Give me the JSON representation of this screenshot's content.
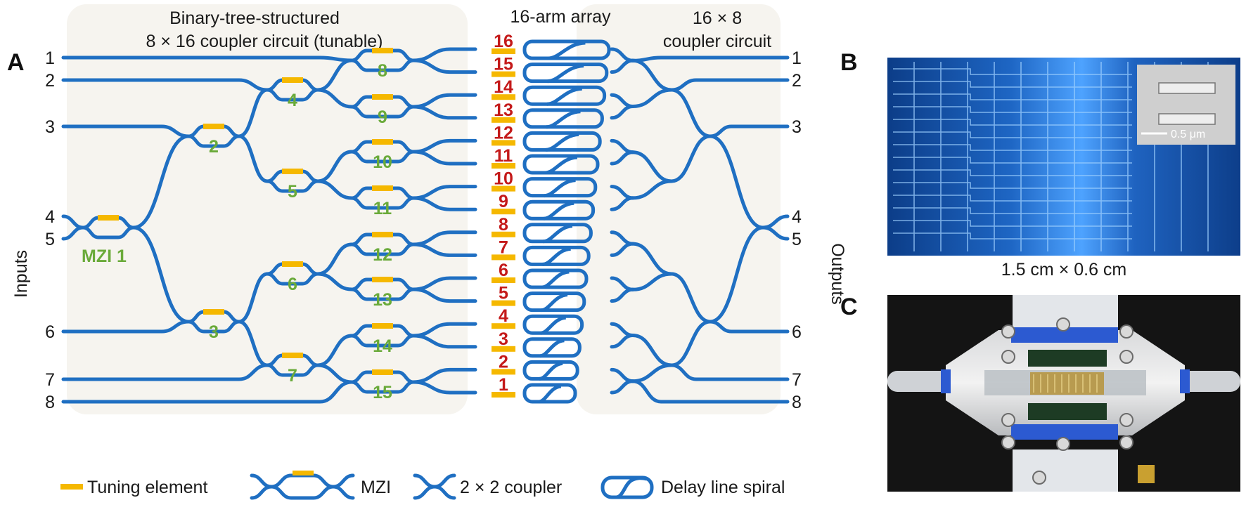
{
  "colors": {
    "waveguide": "#1f6fc2",
    "tuning": "#f5b800",
    "mzi_label": "#6aaa3a",
    "arm_label": "#c41a1a",
    "text": "#1a1a1a",
    "panel_bg": "#f6f4ef"
  },
  "panel_a": {
    "letter": "A",
    "title_left_line1": "Binary-tree-structured",
    "title_left_line2": "8 × 16 coupler circuit (tunable)",
    "title_mid": "16-arm array",
    "title_right_line1": "16 × 8",
    "title_right_line2": "coupler circuit",
    "inputs_label": "Inputs",
    "outputs_label": "Outputs",
    "input_ports": [
      "1",
      "2",
      "3",
      "4",
      "5",
      "6",
      "7",
      "8"
    ],
    "output_ports": [
      "1",
      "2",
      "3",
      "4",
      "5",
      "6",
      "7",
      "8"
    ],
    "mzi_first_label": "MZI 1",
    "mzi_labels": [
      "2",
      "3",
      "4",
      "5",
      "6",
      "7",
      "8",
      "9",
      "10",
      "11",
      "12",
      "13",
      "14",
      "15"
    ],
    "arm_numbers": [
      "16",
      "15",
      "14",
      "13",
      "12",
      "11",
      "10",
      "9",
      "8",
      "7",
      "6",
      "5",
      "4",
      "3",
      "2",
      "1"
    ]
  },
  "legend": {
    "tuning": "Tuning element",
    "mzi": "MZI",
    "coupler": "2 × 2 coupler",
    "spiral": "Delay line spiral"
  },
  "panel_b": {
    "letter": "B",
    "scale_bar": "0.5 μm",
    "caption": "1.5 cm × 0.6 cm"
  },
  "panel_c": {
    "letter": "C"
  }
}
